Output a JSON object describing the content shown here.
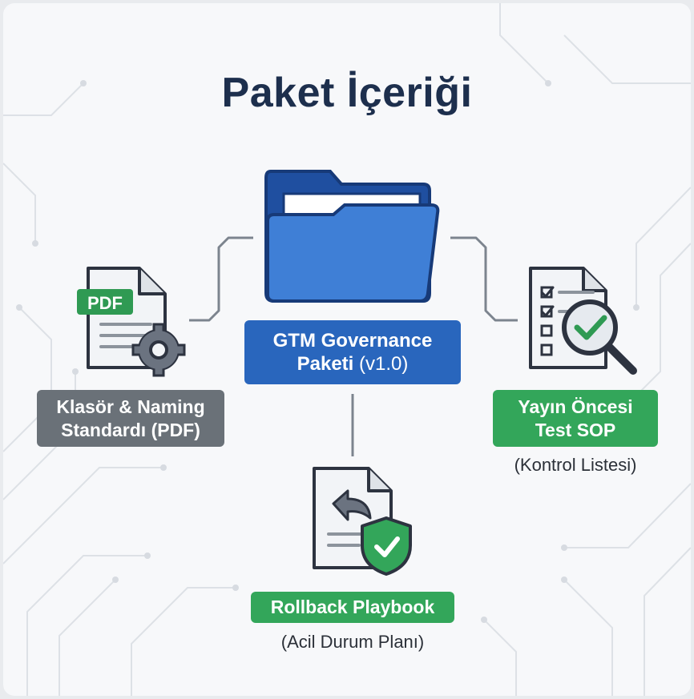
{
  "title": "Paket İçeriği",
  "center": {
    "line1": "GTM Governance",
    "line2_bold": "Paketi",
    "line2_rest": " (v1.0)"
  },
  "left": {
    "badge": "PDF",
    "line1": "Klasör & Naming",
    "line2": "Standardı (PDF)"
  },
  "right": {
    "line1": "Yayın Öncesi",
    "line2": "Test SOP",
    "sub": "(Kontrol Listesi)"
  },
  "bottom": {
    "label": "Rollback Playbook",
    "sub": "(Acil Durum Planı)"
  },
  "colors": {
    "blue": "#2966bd",
    "folder_blue": "#3f7fd6",
    "green": "#33a65a",
    "gray": "#6a7178",
    "title": "#1d2f4d"
  },
  "icons": {
    "center": "folder-icon",
    "left": "pdf-document-gear-icon",
    "right": "checklist-magnifier-icon",
    "bottom": "document-undo-shield-icon"
  }
}
